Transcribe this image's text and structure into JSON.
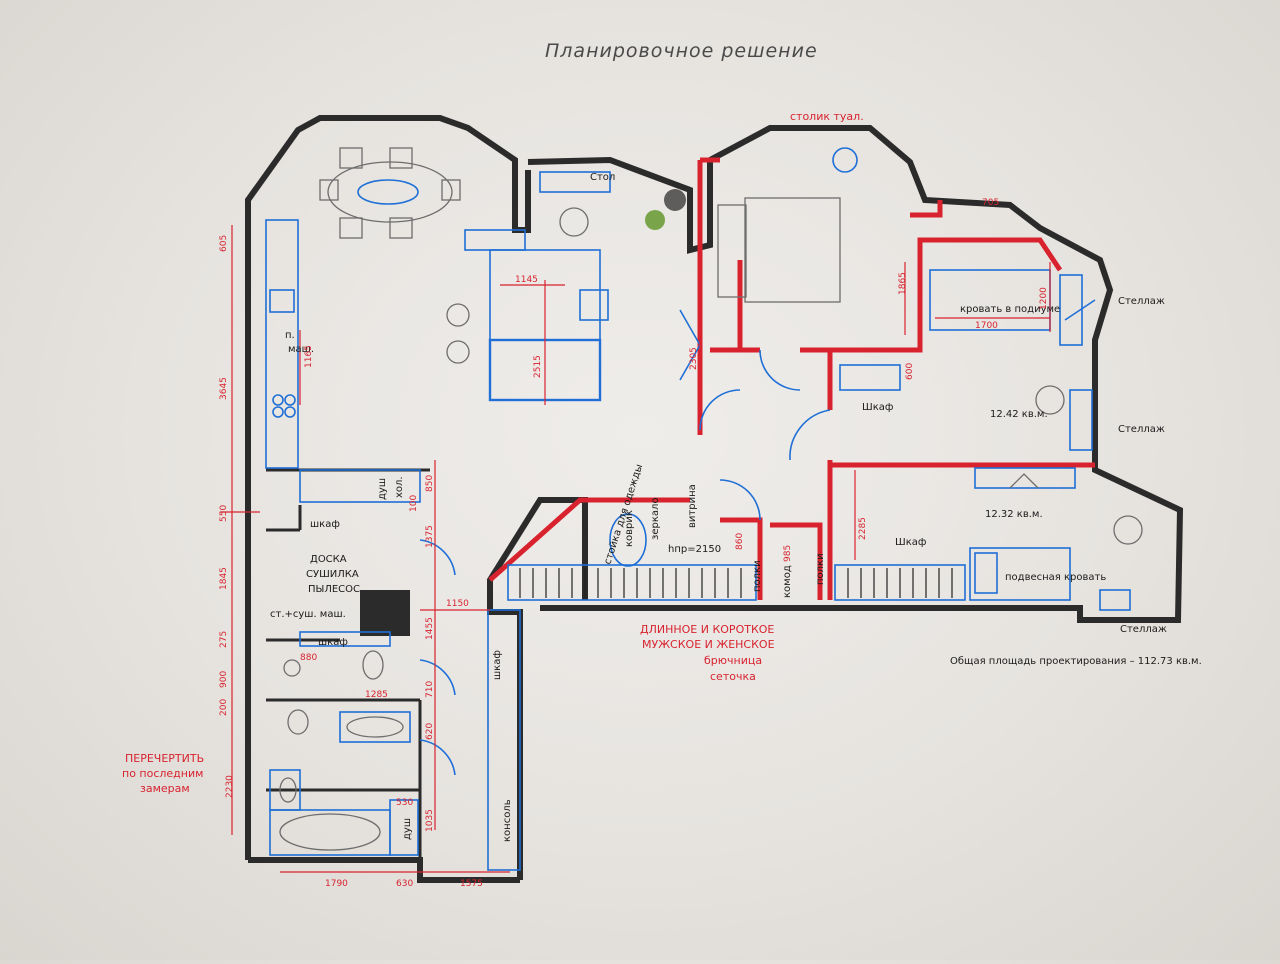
{
  "title": "Планировочное решение",
  "labels": {
    "stolik": "столик туал.",
    "stol": "Стол",
    "stellazh": "Стеллаж",
    "shkaf": "Шкаф",
    "shkaf_small": "шкаф",
    "area1": "12.42 кв.м.",
    "area2": "12.32 кв.м.",
    "bed_podium": "кровать в подиуме",
    "dush": "душ",
    "holod": "хол.",
    "mash": "п.",
    "mash2": "маш.",
    "doska": "ДОСКА",
    "sushilka": "СУШИЛКА",
    "pylesos": "ПЫЛЕСОС",
    "st_mash": "ст.+суш. маш.",
    "kovrik": "коврик",
    "npp": "hпр=2150",
    "polki": "полки",
    "komod": "комод",
    "zerkalo": "зеркало",
    "vitrina": "витрина",
    "stoika": "стойка для одежды",
    "podvesnaya": "подвесная кровать",
    "konsol": "консоль",
    "dush2": "душ",
    "long_short": "ДЛИННОЕ И КОРОТКОЕ",
    "male_female": "МУЖСКОЕ И ЖЕНСКОЕ",
    "bryuch": "брючница",
    "setochka": "сеточка",
    "redraw": "ПЕРЕЧЕРТИТЬ",
    "by_last": "по последним",
    "measures": "замерам",
    "total": "Общая площадь проектирования – 112.73 кв.м."
  },
  "dimensions": {
    "d605": "605",
    "d1145": "1145",
    "d2515": "2515",
    "d1165": "1165",
    "d3645": "3645",
    "d2305": "2305",
    "d1865": "1865",
    "d1700": "1700",
    "d1200": "1200",
    "d705": "705",
    "d600": "600",
    "d550": "550",
    "d1845": "1845",
    "d1150": "1150",
    "d1375": "1375",
    "d1455": "1455",
    "d275": "275",
    "d200": "200",
    "d900": "900",
    "d880": "880",
    "d1285": "1285",
    "d710": "710",
    "d620": "620",
    "d2230": "2230",
    "d1035": "1035",
    "d530": "530",
    "d1790": "1790",
    "d630": "630",
    "d1575": "1575",
    "d2285": "2285",
    "d985": "985",
    "d850": "850",
    "d100": "100",
    "d860": "860"
  }
}
